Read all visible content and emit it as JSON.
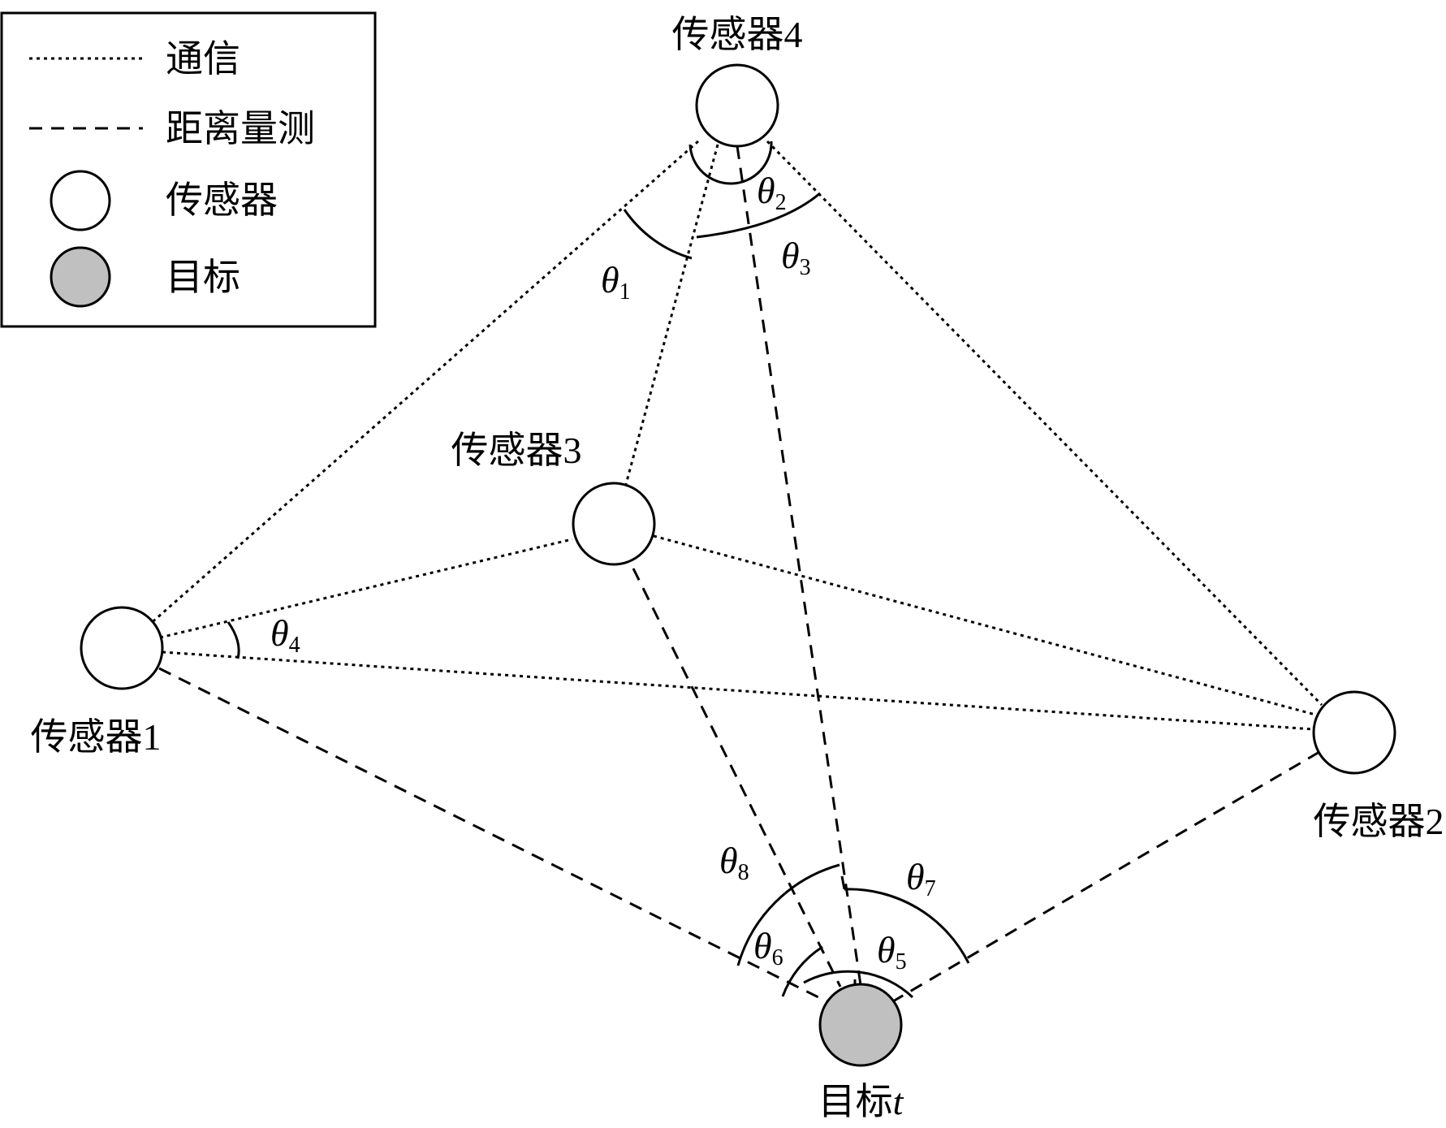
{
  "legend": {
    "items": [
      {
        "label": "通信",
        "type": "dotted-line"
      },
      {
        "label": "距离量测",
        "type": "dashed-line"
      },
      {
        "label": "传感器",
        "type": "sensor-circle"
      },
      {
        "label": "目标",
        "type": "target-circle"
      }
    ]
  },
  "nodes": {
    "sensor1": {
      "label": "传感器1"
    },
    "sensor2": {
      "label": "传感器2"
    },
    "sensor3": {
      "label": "传感器3"
    },
    "sensor4": {
      "label": "传感器4"
    },
    "target": {
      "label": "目标",
      "label_italic": "t"
    }
  },
  "angles": [
    {
      "id": "theta1",
      "symbol": "θ",
      "sub": "1"
    },
    {
      "id": "theta2",
      "symbol": "θ",
      "sub": "2"
    },
    {
      "id": "theta3",
      "symbol": "θ",
      "sub": "3"
    },
    {
      "id": "theta4",
      "symbol": "θ",
      "sub": "4"
    },
    {
      "id": "theta5",
      "symbol": "θ",
      "sub": "5"
    },
    {
      "id": "theta6",
      "symbol": "θ",
      "sub": "6"
    },
    {
      "id": "theta7",
      "symbol": "θ",
      "sub": "7"
    },
    {
      "id": "theta8",
      "symbol": "θ",
      "sub": "8"
    }
  ],
  "colors": {
    "sensor_fill": "#ffffff",
    "target_fill": "#c0c0c0",
    "line": "#000000"
  }
}
